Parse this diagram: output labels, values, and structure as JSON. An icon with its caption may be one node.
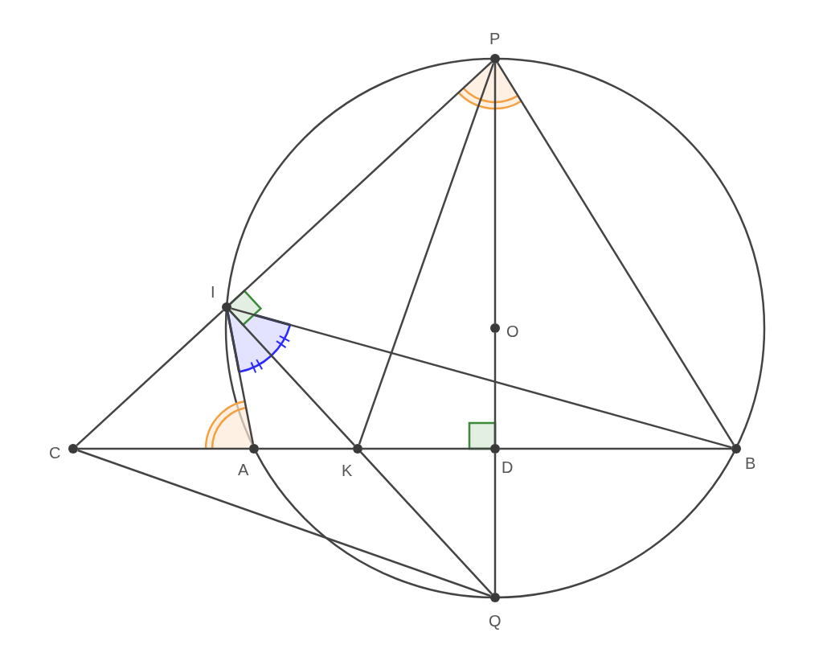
{
  "diagram": {
    "nodes": [
      {
        "text": [
          "P"
        ]
      },
      {
        "text": [
          "I"
        ]
      },
      {
        "text": [
          "O"
        ]
      },
      {
        "text": [
          "C"
        ]
      },
      {
        "text": [
          "A"
        ]
      },
      {
        "text": [
          "K"
        ]
      },
      {
        "text": [
          "D"
        ]
      },
      {
        "text": [
          "B"
        ]
      },
      {
        "text": [
          "Q"
        ]
      }
    ],
    "edges": [
      {
        "from": 0,
        "to": 1,
        "arrow": "none"
      },
      {
        "from": 0,
        "to": 5,
        "arrow": "none"
      },
      {
        "from": 0,
        "to": 2,
        "arrow": "none"
      },
      {
        "from": 2,
        "to": 6,
        "arrow": "none"
      },
      {
        "from": 6,
        "to": 8,
        "arrow": "none"
      },
      {
        "from": 0,
        "to": 7,
        "arrow": "none"
      },
      {
        "from": 1,
        "to": 3,
        "arrow": "none"
      },
      {
        "from": 1,
        "to": 4,
        "arrow": "none"
      },
      {
        "from": 1,
        "to": 5,
        "arrow": "none"
      },
      {
        "from": 1,
        "to": 7,
        "arrow": "none"
      },
      {
        "from": 3,
        "to": 4,
        "arrow": "none"
      },
      {
        "from": 4,
        "to": 5,
        "arrow": "none"
      },
      {
        "from": 5,
        "to": 6,
        "arrow": "none"
      },
      {
        "from": 6,
        "to": 7,
        "arrow": "none"
      },
      {
        "from": 3,
        "to": 8,
        "arrow": "none"
      },
      {
        "from": 5,
        "to": 8,
        "arrow": "none"
      }
    ]
  }
}
